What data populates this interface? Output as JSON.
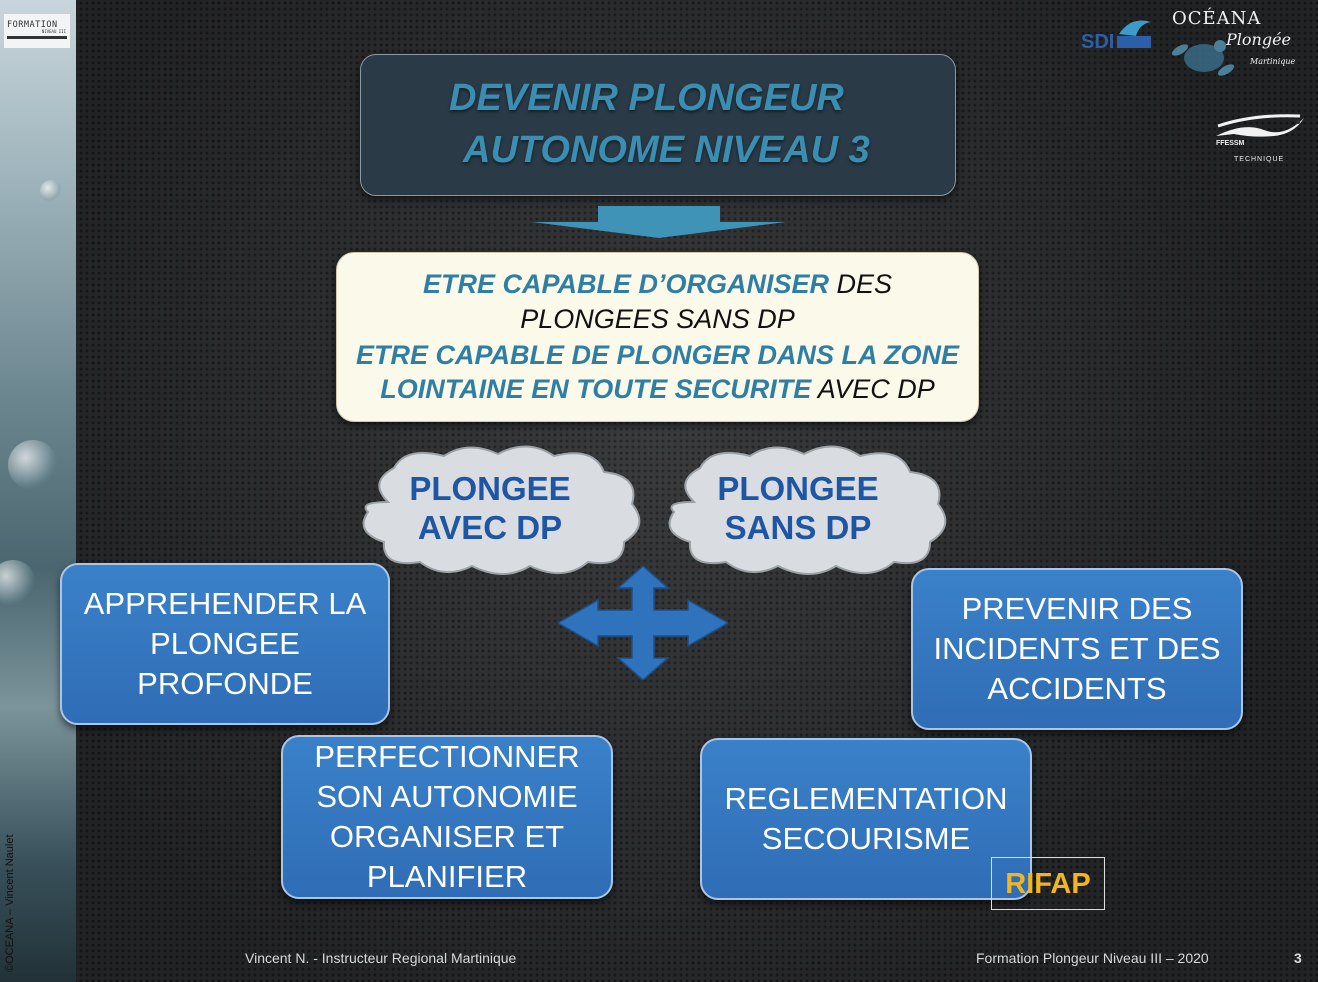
{
  "slide": {
    "title_line1": "DEVENIR PLONGEUR",
    "title_line2": "AUTONOME NIVEAU 3",
    "goal": {
      "line1_highlight": "ETRE CAPABLE D’ORGANISER",
      "line1_rest": " DES",
      "line2": "PLONGEES SANS DP",
      "line3_highlight": "ETRE CAPABLE DE PLONGER DANS LA ZONE",
      "line4_highlight": "LOINTAINE EN TOUTE SECURITE",
      "line4_rest": " AVEC DP"
    },
    "clouds": [
      {
        "line1": "PLONGEE",
        "line2": "AVEC DP"
      },
      {
        "line1": "PLONGEE",
        "line2": "SANS DP"
      }
    ],
    "boxes": {
      "apprehender": [
        "APPREHENDER LA",
        "PLONGEE",
        "PROFONDE"
      ],
      "prevenir": [
        "PREVENIR DES",
        "INCIDENTS ET DES",
        "ACCIDENTS"
      ],
      "perfectionner": [
        "PERFECTIONNER",
        "SON AUTONOMIE",
        "ORGANISER ET",
        "PLANIFIER"
      ],
      "reglementation": [
        "REGLEMENTATION",
        "SECOURISME"
      ]
    },
    "rifap": "RIFAP"
  },
  "footer": {
    "left": "Vincent N. - Instructeur Regional Martinique",
    "right": "Formation Plongeur Niveau III – 2020",
    "page": "3"
  },
  "sidebar": {
    "logo_text": "FORMATION",
    "logo_sub": "NIVEAU III",
    "copyright": "©OCEANA – Vincent Naulet"
  },
  "logos": {
    "sdi": "SDI",
    "oceana": "OCÉANA",
    "oceana_sub": "Plongée",
    "oceana_place": "Martinique",
    "ffessm": "FFESSM",
    "ffessm_sub": "TECHNIQUE"
  },
  "colors": {
    "title": "#3b8db1",
    "box_blue": "#3479c0",
    "cloud_text": "#1f56a3",
    "rifap": "#f0b526"
  }
}
